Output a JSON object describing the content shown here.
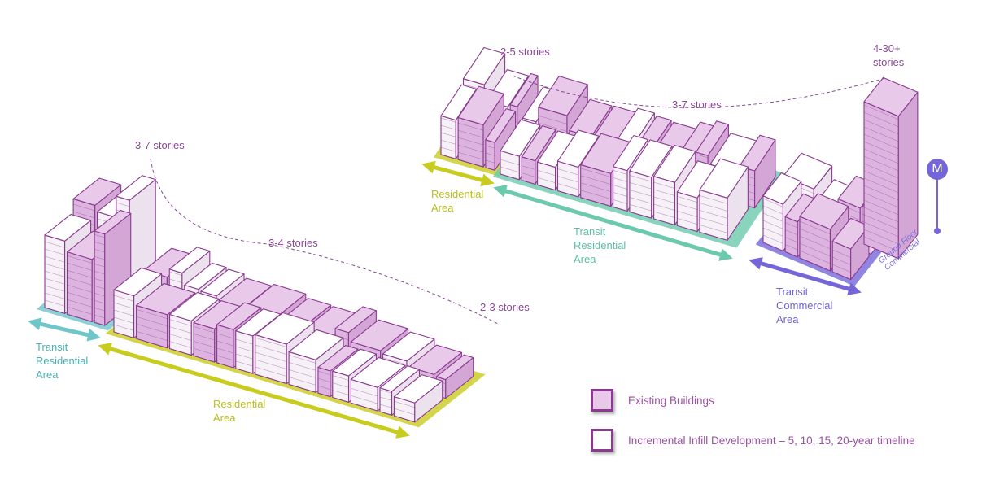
{
  "colors": {
    "building_outline": "#8a3a8f",
    "existing_fill": "#e8c9ea",
    "infill_fill": "#ffffff",
    "residential": "#c8cc1e",
    "transit_residential": "#6cc9ad",
    "transit_residential_left": "#6fc6c8",
    "transit_commercial": "#7466d8",
    "story_label": "#8a4a96"
  },
  "left_diagram": {
    "story_labels": [
      "3-7 stories",
      "3-4 stories",
      "2-3 stories"
    ],
    "areas": {
      "transit_residential": "Transit\nResidential\nArea",
      "residential": "Residential\nArea"
    }
  },
  "right_diagram": {
    "story_labels": [
      "2-5 stories",
      "3-7 stories",
      "4-30+\nstories"
    ],
    "areas": {
      "residential": "Residential\nArea",
      "transit_residential": "Transit\nResidential\nArea",
      "transit_commercial": "Transit\nCommercial\nArea",
      "ground_floor": "Ground Floor\nCommercial"
    },
    "metro_label": "M"
  },
  "legend": {
    "existing": "Existing Buildings",
    "infill": "Incremental Infill Development – 5, 10, 15, 20-year timeline"
  }
}
